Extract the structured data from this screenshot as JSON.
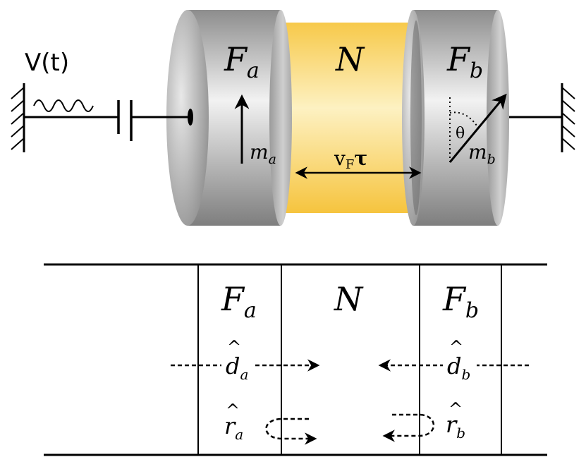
{
  "top": {
    "voltage_label": "V(t)",
    "left_ferro": {
      "name": "F",
      "sub": "a"
    },
    "normal": {
      "name": "N"
    },
    "right_ferro": {
      "name": "F",
      "sub": "b"
    },
    "moment_a": {
      "name": "m",
      "sub": "a"
    },
    "moment_b": {
      "name": "m",
      "sub": "b"
    },
    "angle_label": "θ",
    "length_label": {
      "v": "v",
      "sub": "F",
      "tau": "τ"
    }
  },
  "bottom": {
    "left_ferro": {
      "name": "F",
      "sub": "a"
    },
    "normal": {
      "name": "N"
    },
    "right_ferro": {
      "name": "F",
      "sub": "b"
    },
    "d_a": {
      "name": "d",
      "hat": "^",
      "sub": "a"
    },
    "d_b": {
      "name": "d",
      "hat": "^",
      "sub": "b"
    },
    "r_a": {
      "name": "r",
      "hat": "^",
      "sub": "a"
    },
    "r_b": {
      "name": "r",
      "hat": "^",
      "sub": "b"
    }
  },
  "colors": {
    "normal_fill": "#f8d66a",
    "ferro_fill": "#bfbfbf",
    "line": "#000000"
  }
}
